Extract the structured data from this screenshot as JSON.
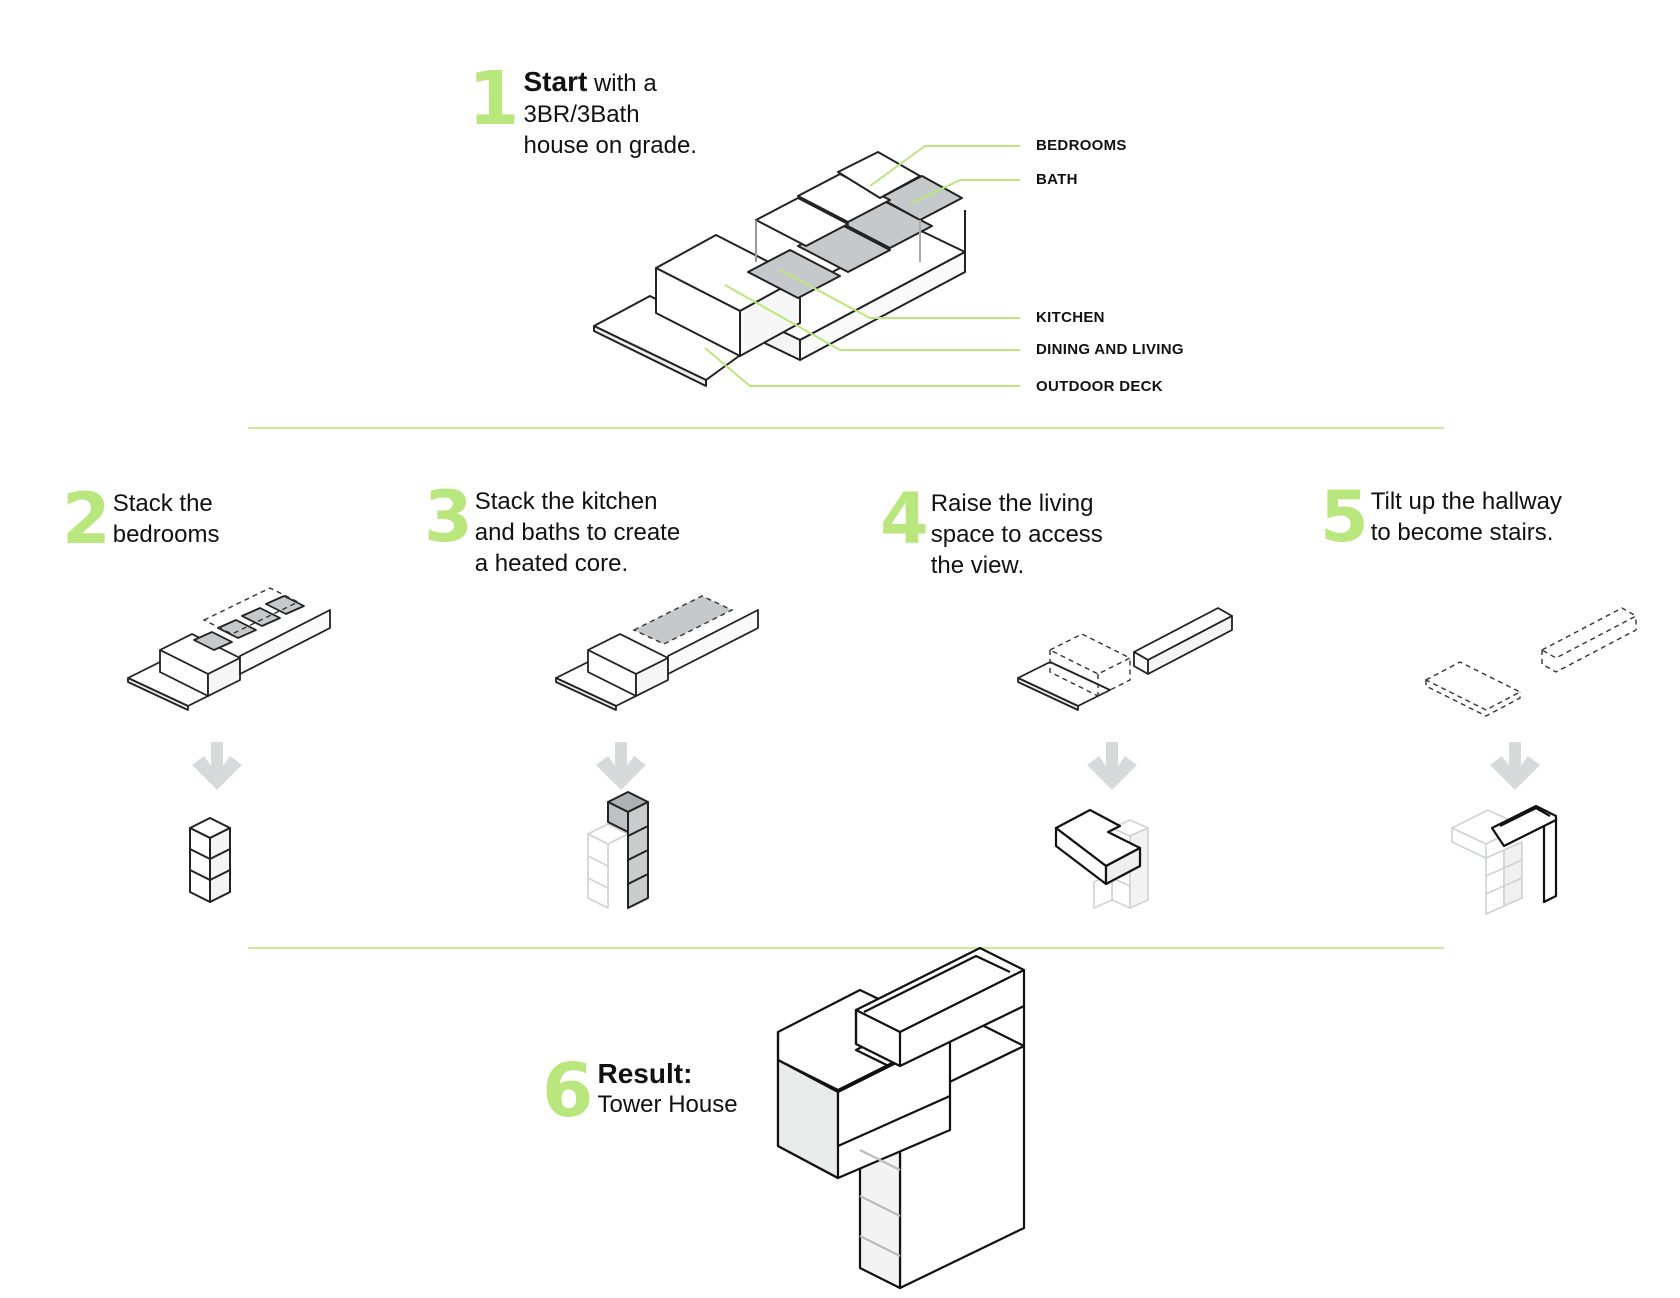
{
  "accent_color": "#b9e77d",
  "step1": {
    "number": "1",
    "bold": "Start",
    "rest": " with a",
    "lines": [
      "3BR/3Bath",
      "house on grade."
    ]
  },
  "labels": {
    "bedrooms": "BEDROOMS",
    "bath": "BATH",
    "kitchen": "KITCHEN",
    "dining_living": "DINING AND LIVING",
    "outdoor_deck": "OUTDOOR DECK"
  },
  "steps": [
    {
      "number": "2",
      "lines": [
        "Stack the",
        "bedrooms"
      ]
    },
    {
      "number": "3",
      "lines": [
        "Stack the kitchen",
        "and baths to create",
        "a heated core."
      ]
    },
    {
      "number": "4",
      "lines": [
        "Raise the living",
        "space to access",
        "the view."
      ]
    },
    {
      "number": "5",
      "lines": [
        "Tilt up the hallway",
        "to become stairs."
      ]
    }
  ],
  "result": {
    "number": "6",
    "title": "Result:",
    "subtitle": "Tower House"
  },
  "icons": {
    "arrow": "down-arrow-icon"
  }
}
